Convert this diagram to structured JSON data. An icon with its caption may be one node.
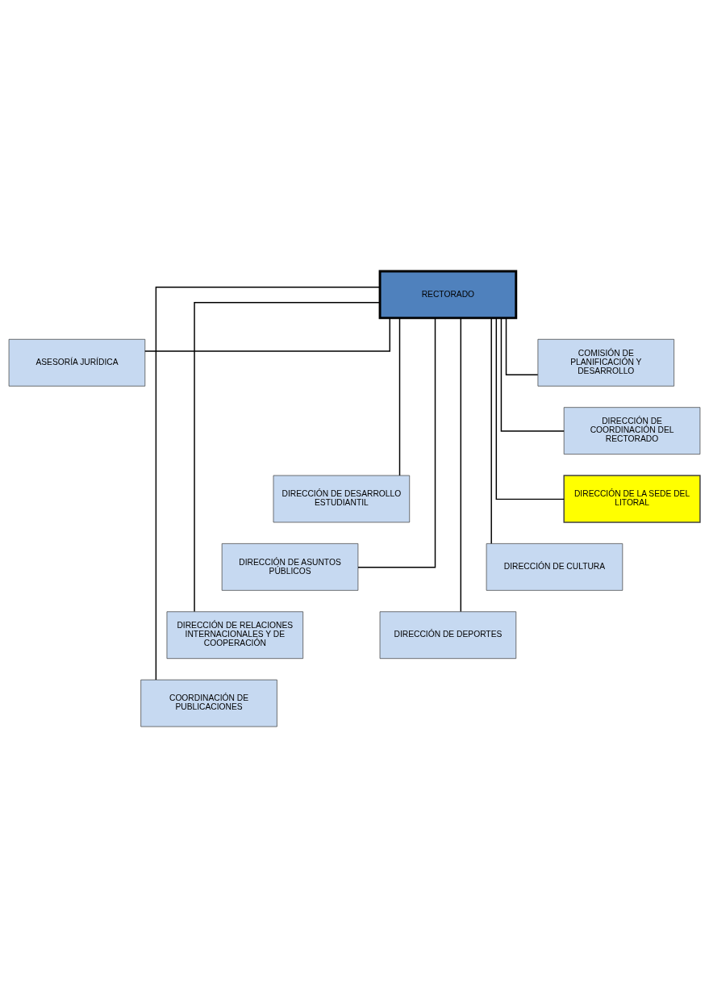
{
  "diagram": {
    "nodes": [
      {
        "text": [
          "RECTORADO"
        ]
      },
      {
        "text": [
          "COMISIÓN DE PLANIFICACIÓN Y DESARROLLO"
        ]
      },
      {
        "text": [
          "ASESORÍA JURÍDICA"
        ]
      },
      {
        "text": [
          "DIRECCIÓN DE COORDINACIÓN DEL RECTORADO"
        ]
      },
      {
        "text": [
          "DIRECCIÓN DE LA SEDE DEL LITORAL"
        ]
      },
      {
        "text": [
          "DIRECCIÓN DE DESARROLLO ESTUDIANTIL"
        ]
      },
      {
        "text": [
          "DIRECCIÓN DE CULTURA"
        ]
      },
      {
        "text": [
          "DIRECCIÓN DE ASUNTOS PÚBLICOS"
        ]
      },
      {
        "text": [
          "DIRECCIÓN DE DEPORTES"
        ]
      },
      {
        "text": [
          "DIRECCIÓN DE RELACIONES INTERNACIONALES Y DE COOPERACIÓN"
        ]
      },
      {
        "text": [
          "COORDINACIÓN DE PUBLICACIONES"
        ]
      }
    ],
    "edges": [
      {
        "from": 0,
        "to": 1,
        "arrow": "none"
      },
      {
        "from": 0,
        "to": 2,
        "arrow": "none"
      },
      {
        "from": 0,
        "to": 3,
        "arrow": "none"
      },
      {
        "from": 0,
        "to": 4,
        "arrow": "none"
      },
      {
        "from": 0,
        "to": 5,
        "arrow": "none"
      },
      {
        "from": 0,
        "to": 6,
        "arrow": "none"
      },
      {
        "from": 0,
        "to": 7,
        "arrow": "none"
      },
      {
        "from": 0,
        "to": 8,
        "arrow": "none"
      },
      {
        "from": 0,
        "to": 9,
        "arrow": "none"
      },
      {
        "from": 0,
        "to": 10,
        "arrow": "none"
      }
    ]
  }
}
